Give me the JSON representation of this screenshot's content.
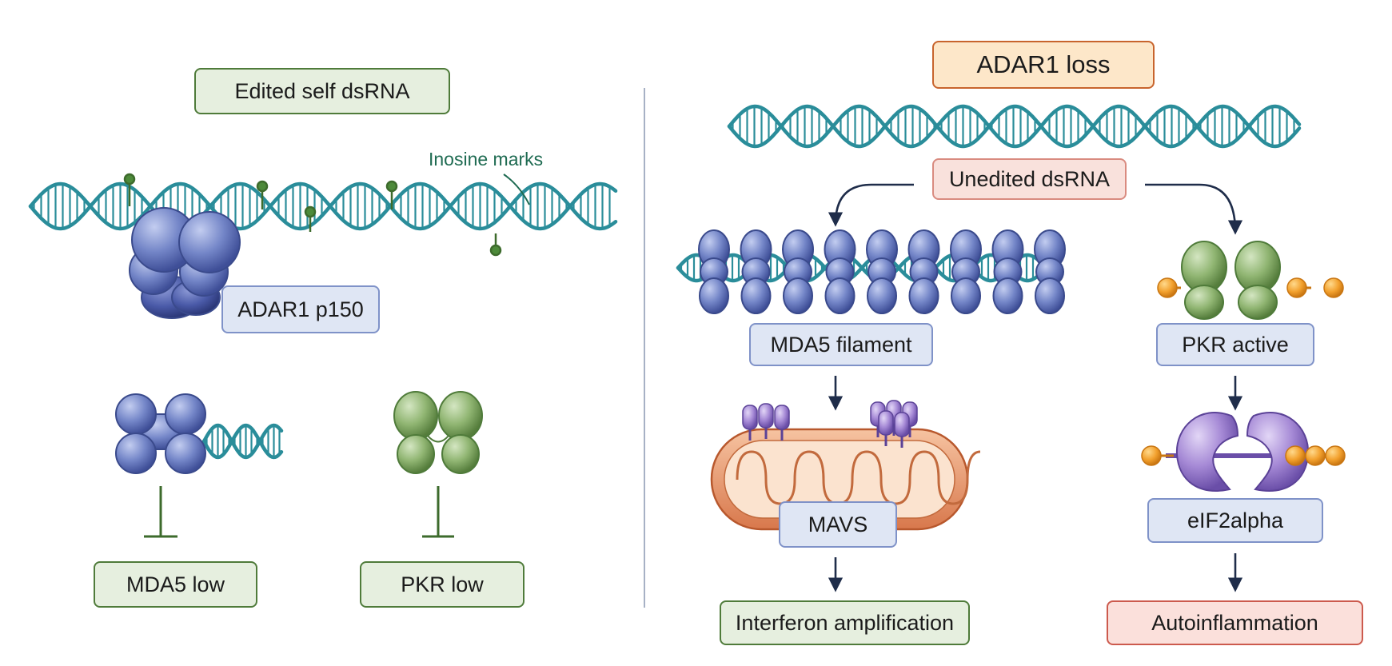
{
  "left_panel": {
    "title": "Edited self dsRNA",
    "inosine_label": "Inosine marks",
    "adar_label": "ADAR1 p150",
    "mda5_low": "MDA5 low",
    "pkr_low": "PKR low"
  },
  "right_panel": {
    "title": "ADAR1 loss",
    "unedited": "Unedited dsRNA",
    "mda5_filament": "MDA5 filament",
    "mavs": "MAVS",
    "interferon": "Interferon amplification",
    "pkr_active": "PKR active",
    "eif2alpha": "eIF2alpha",
    "autoinflammation": "Autoinflammation"
  },
  "colors": {
    "dna_teal": "#2a8d9a",
    "protein_blue": "#6f82c6",
    "protein_green": "#8cb06f",
    "protein_purple": "#9d82cf",
    "phosphate_orange": "#f2a02d",
    "mito_orange": "#e8936a",
    "arrow_navy": "#1f2d4a",
    "inhibit_green": "#3d6b2c"
  }
}
